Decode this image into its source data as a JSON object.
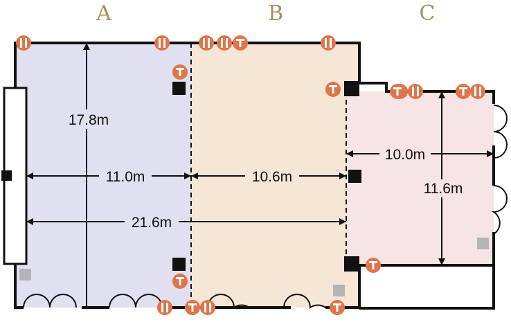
{
  "rooms": {
    "a": {
      "label": "A",
      "color": "#e0e0f0"
    },
    "b": {
      "label": "B",
      "color": "#f6e6d6"
    },
    "c": {
      "label": "C",
      "color": "#f7e4e4"
    }
  },
  "dimensions": {
    "a_depth": "17.8m",
    "a_width": "11.0m",
    "b_width": "10.6m",
    "ab_width": "21.6m",
    "c_width": "10.0m",
    "c_depth": "11.6m"
  },
  "icons": {
    "outlet": {
      "name": "power-outlet-icon",
      "color": "#e0744a"
    },
    "phone": {
      "name": "telephone-jack-icon",
      "glyph": "T",
      "color": "#e0744a"
    },
    "pillar": {
      "name": "pillar-icon",
      "color": "#111111"
    },
    "gray_marker": {
      "name": "gray-square-icon",
      "color": "#b4b4b4"
    }
  },
  "colors": {
    "wall": "#111111",
    "dimension": "#111111",
    "room_label": "#a8915e"
  }
}
